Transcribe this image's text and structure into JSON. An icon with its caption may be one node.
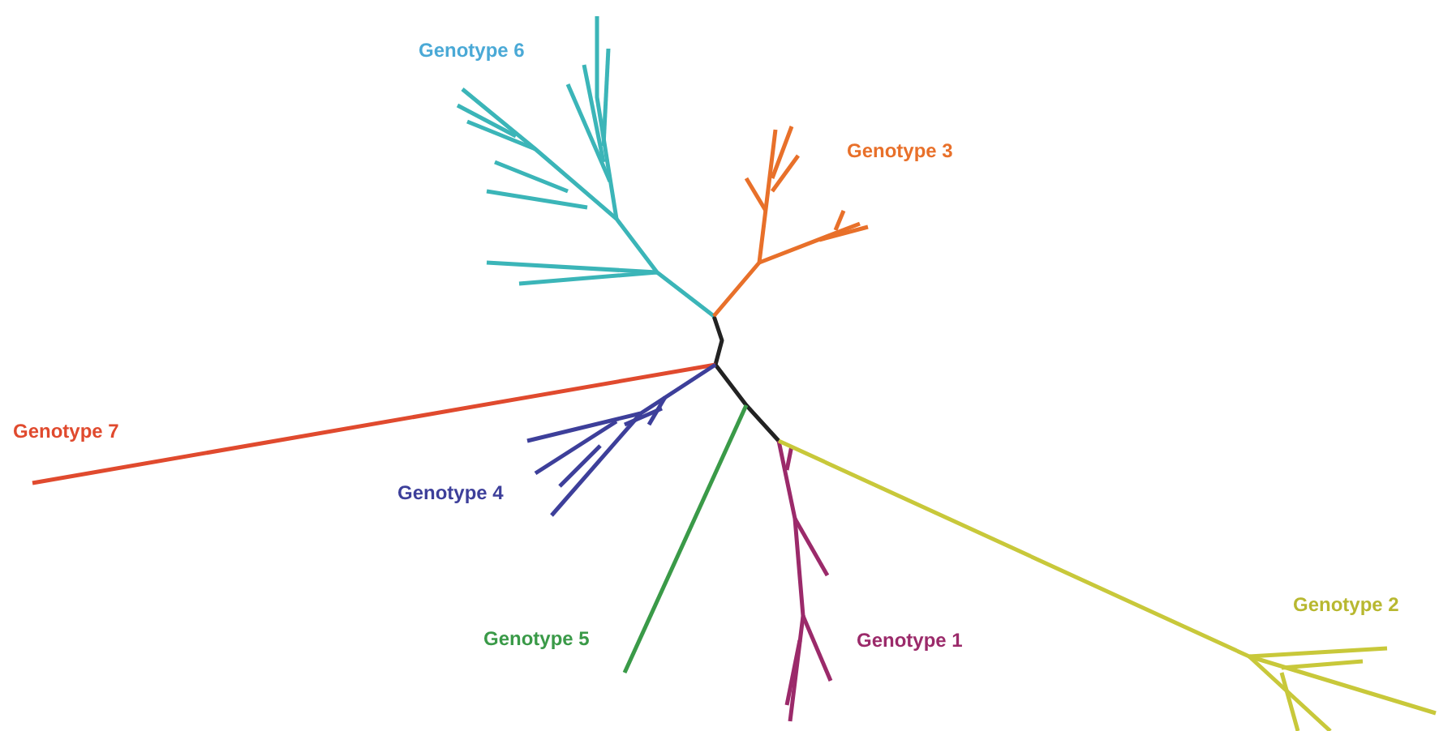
{
  "diagram": {
    "labels": [
      "Genotype 6",
      "Genotype 3",
      "Genotype 7",
      "Genotype 4",
      "Genotype 5",
      "Genotype 1",
      "Genotype 2"
    ]
  }
}
